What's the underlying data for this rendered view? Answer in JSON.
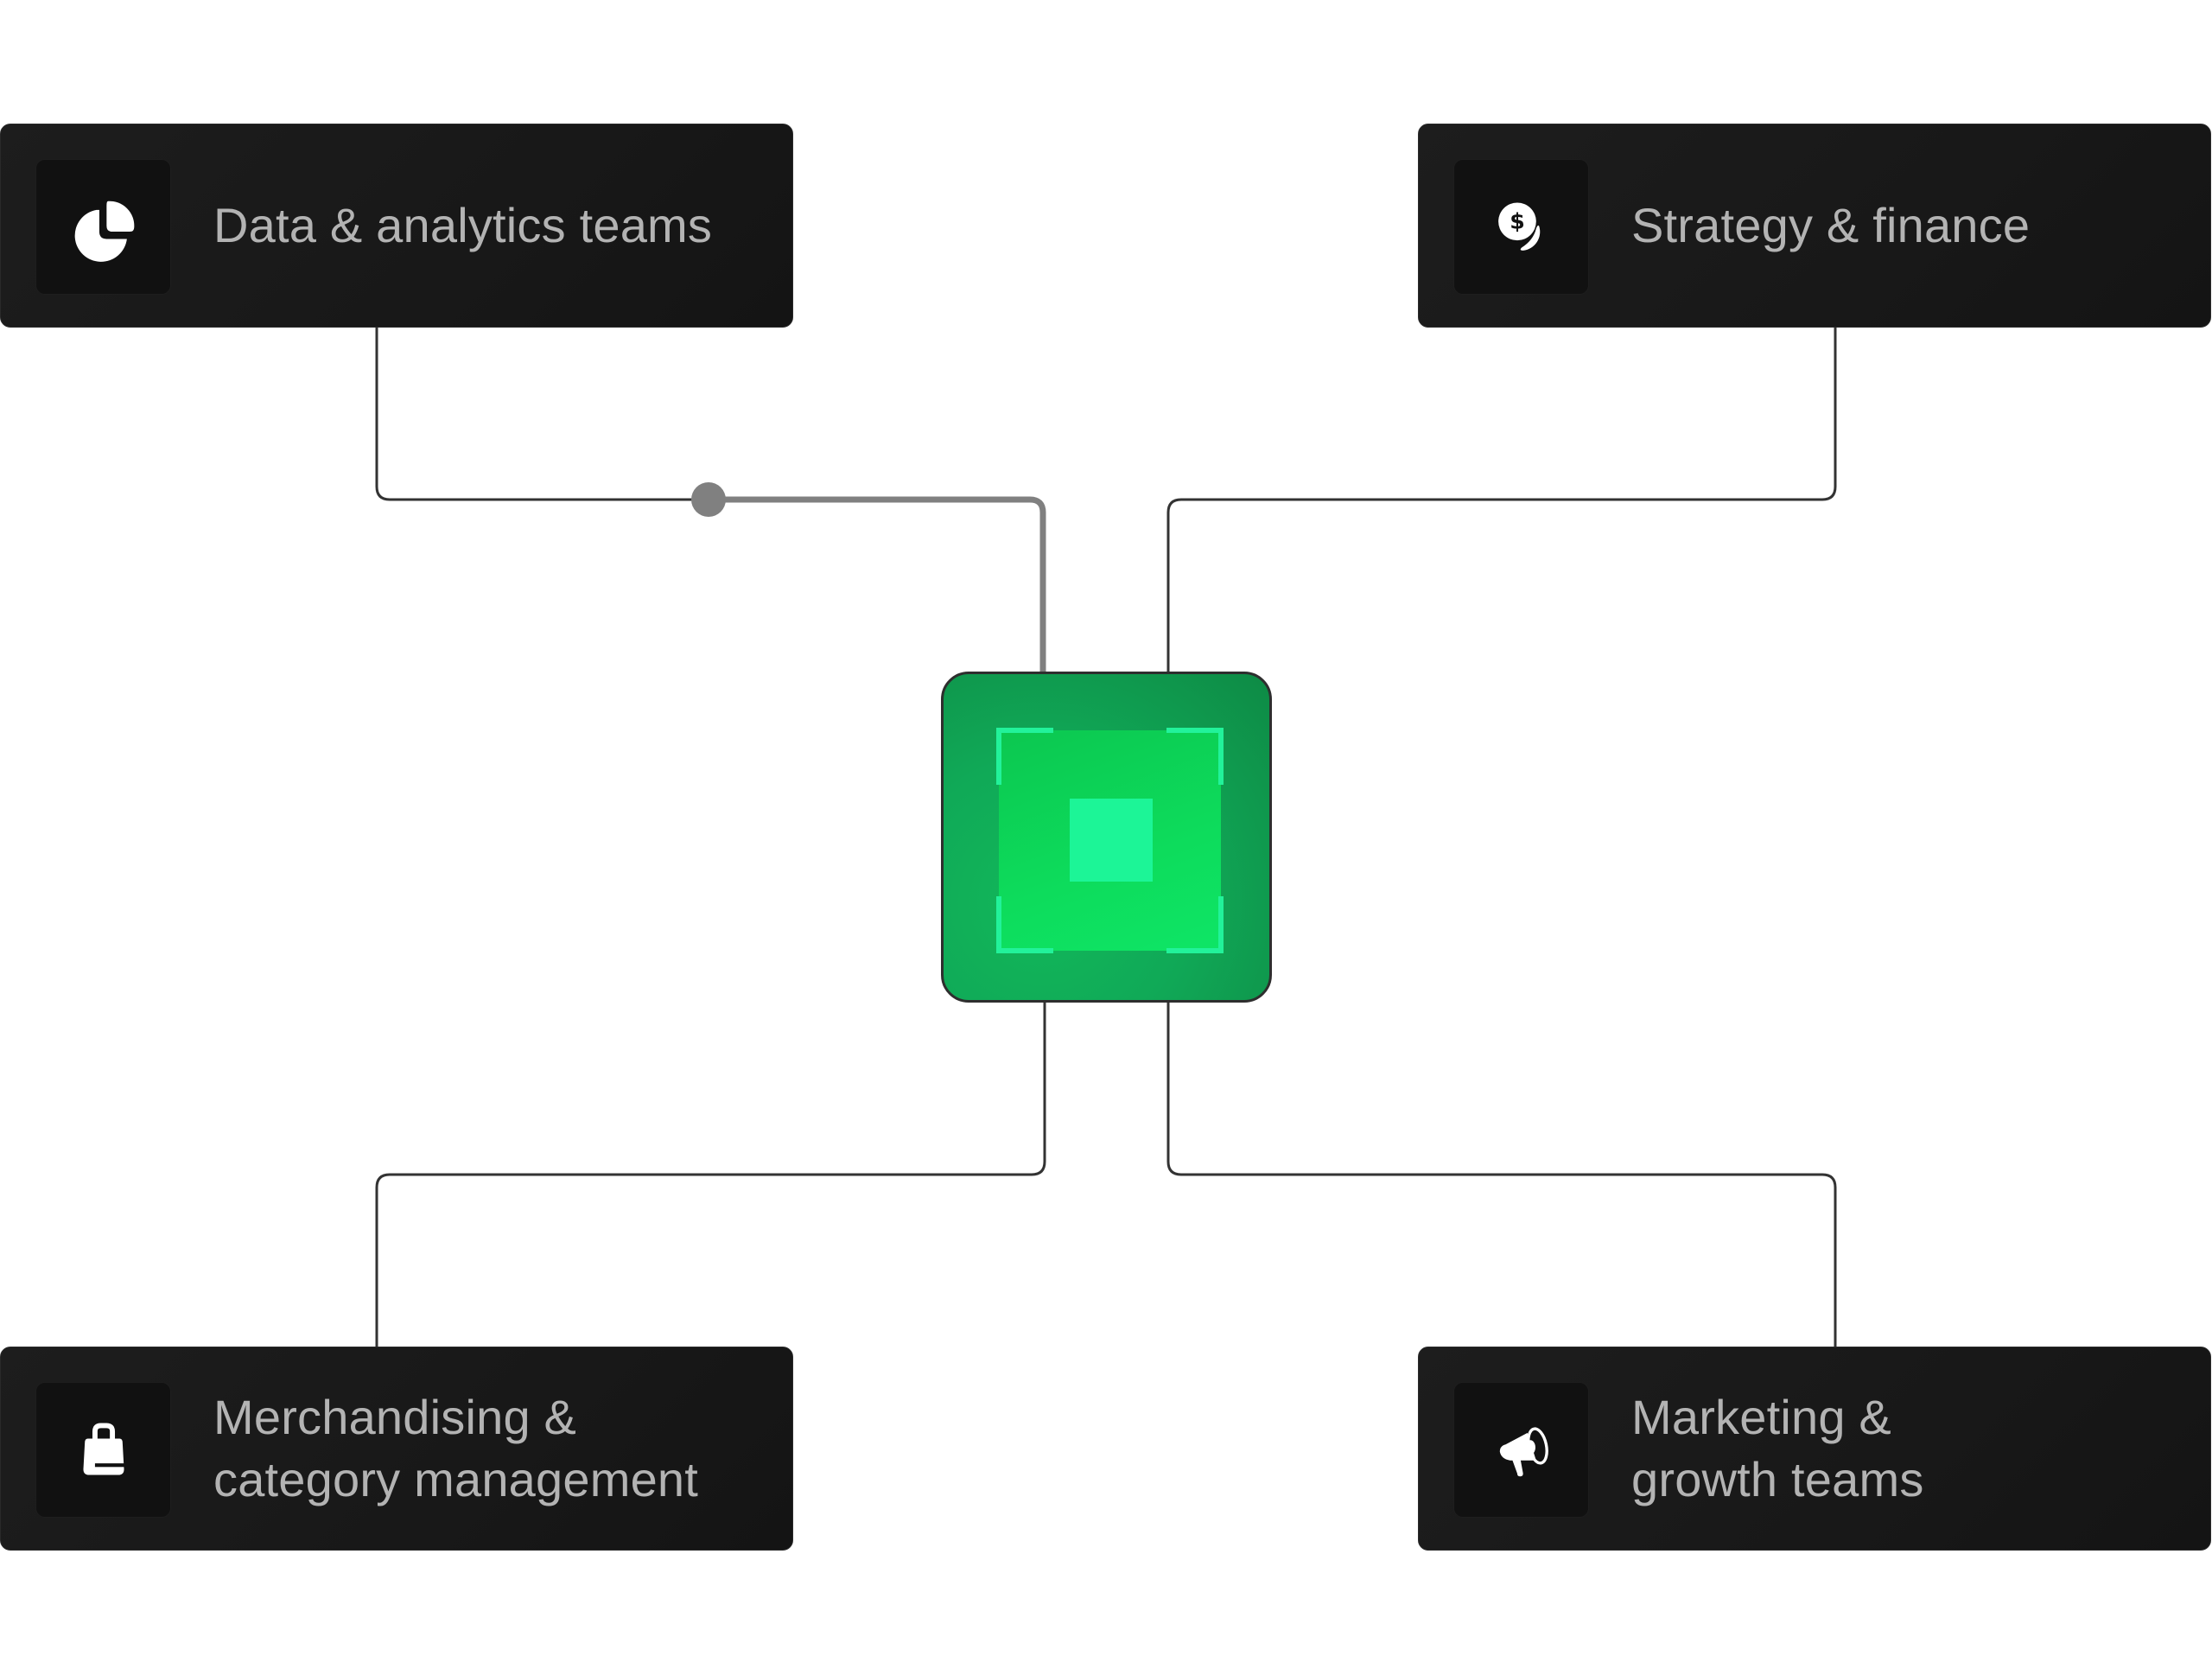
{
  "diagram": {
    "hub": {
      "name": "central-platform",
      "colors": {
        "outer": "#10a957",
        "inner": "#0ddc5c",
        "core": "#1cf597",
        "brackets": "#22f29a"
      }
    },
    "nodes": [
      {
        "id": "data",
        "lines": [
          "Data & analytics teams"
        ],
        "icon": "pie-chart-icon"
      },
      {
        "id": "strategy",
        "lines": [
          "Strategy & finance"
        ],
        "icon": "coins-icon"
      },
      {
        "id": "merch",
        "lines": [
          "Merchandising &",
          "category management"
        ],
        "icon": "shopping-bag-icon"
      },
      {
        "id": "marketing",
        "lines": [
          "Marketing &",
          "growth teams"
        ],
        "icon": "megaphone-icon"
      }
    ],
    "connectors": [
      {
        "from": "data",
        "to": "hub",
        "highlighted": true,
        "has_handle": true
      },
      {
        "from": "strategy",
        "to": "hub",
        "highlighted": false,
        "has_handle": false
      },
      {
        "from": "merch",
        "to": "hub",
        "highlighted": false,
        "has_handle": false
      },
      {
        "from": "marketing",
        "to": "hub",
        "highlighted": false,
        "has_handle": false
      }
    ],
    "colors": {
      "card_bg": "#1a1a1a",
      "icon_box_bg": "#111111",
      "label_text": "#b3b3b3",
      "connector": "#333333",
      "connector_highlight": "#808080"
    }
  }
}
